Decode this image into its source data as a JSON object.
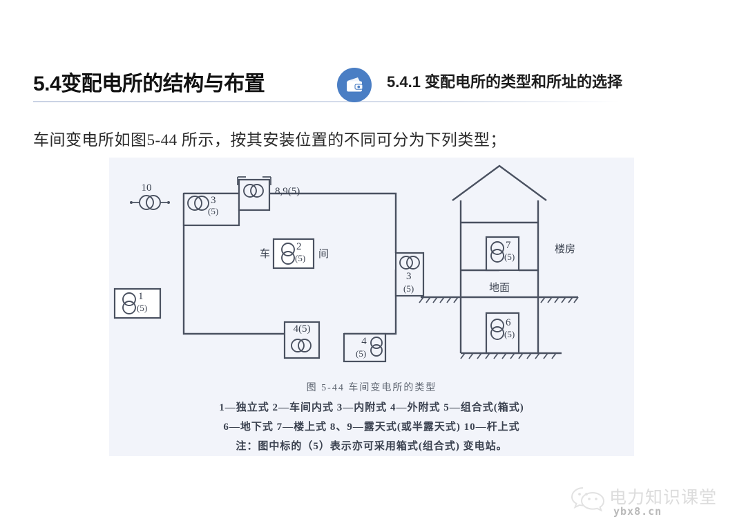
{
  "slide": {
    "title": "5.4变配电所的结构与布置",
    "subtitle": "5.4.1 变配电所的类型和所址的选择",
    "badge_icon": "wallet-icon",
    "accent_color": "#4a7ec4",
    "lead_text": "车间变电所如图5-44 所示，按其安装位置的不同可分为下列类型；"
  },
  "figure": {
    "background": "#f2f4fa",
    "caption_title": "图 5-44   车间变电所的类型",
    "legend_lines": [
      "1—独立式  2—车间内式  3—内附式  4—外附式  5—组合式(箱式)",
      "6—地下式  7—楼上式  8、9—露天式(或半露天式)    10—杆上式",
      "注：图中标的（5）表示亦可采用箱式(组合式) 变电站。"
    ],
    "workshop": {
      "label_left": "车",
      "label_right": "间",
      "pole_label": "10",
      "outdoor_label": "8,9(5)",
      "boxes": [
        {
          "name": "standalone",
          "number": "1",
          "suffix": "(5)"
        },
        {
          "name": "inside-workshop",
          "number": "2",
          "suffix": "(5)"
        },
        {
          "name": "inner-attached-top",
          "number": "3",
          "suffix": "(5)"
        },
        {
          "name": "inner-attached-right",
          "number": "3",
          "suffix": "(5)"
        },
        {
          "name": "outer-attached-bottom",
          "number": "4(5)",
          "suffix": ""
        },
        {
          "name": "outer-attached-bottom-right",
          "number": "4",
          "suffix": "(5)"
        }
      ]
    },
    "building": {
      "label_building": "楼房",
      "label_ground": "地面",
      "upstairs": {
        "number": "7",
        "suffix": "(5)"
      },
      "underground": {
        "number": "6",
        "suffix": "(5)"
      }
    }
  },
  "watermark": {
    "icon": "wechat-icon",
    "brand": "电力知识课堂",
    "url": "ybx8.cn"
  }
}
